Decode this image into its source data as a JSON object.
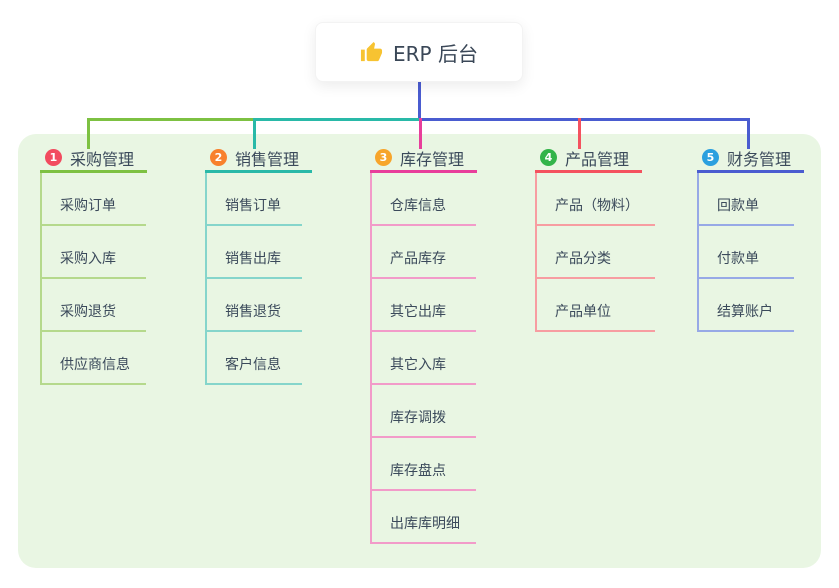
{
  "root": {
    "label": "ERP 后台",
    "icon": "thumbs-up",
    "icon_color": "#f7c331"
  },
  "colors": {
    "panel_background": "#e9f6e3",
    "stem_blue": "#4a5cd0",
    "text": "#3b4a5b",
    "root_text": "#3a4757"
  },
  "branches": [
    {
      "badge": "1",
      "label": "采购管理",
      "badge_color": "#f24b5f",
      "line_color": "#7dc142",
      "child_line_color": "#b5d98c",
      "children": [
        "采购订单",
        "采购入库",
        "采购退货",
        "供应商信息"
      ]
    },
    {
      "badge": "2",
      "label": "销售管理",
      "badge_color": "#f8812d",
      "line_color": "#29b9a8",
      "child_line_color": "#85d5cb",
      "children": [
        "销售订单",
        "销售出库",
        "销售退货",
        "客户信息"
      ]
    },
    {
      "badge": "3",
      "label": "库存管理",
      "badge_color": "#f7a52b",
      "line_color": "#e83e9b",
      "child_line_color": "#f29bc9",
      "children": [
        "仓库信息",
        "产品库存",
        "其它出库",
        "其它入库",
        "库存调拨",
        "库存盘点",
        "出库库明细"
      ]
    },
    {
      "badge": "4",
      "label": "产品管理",
      "badge_color": "#33b44a",
      "line_color": "#f4525f",
      "child_line_color": "#f79da1",
      "children": [
        "产品（物料）",
        "产品分类",
        "产品单位"
      ]
    },
    {
      "badge": "5",
      "label": "财务管理",
      "badge_color": "#2ba0df",
      "line_color": "#4a5cd0",
      "child_line_color": "#97a9e6",
      "children": [
        "回款单",
        "付款单",
        "结算账户"
      ]
    }
  ]
}
